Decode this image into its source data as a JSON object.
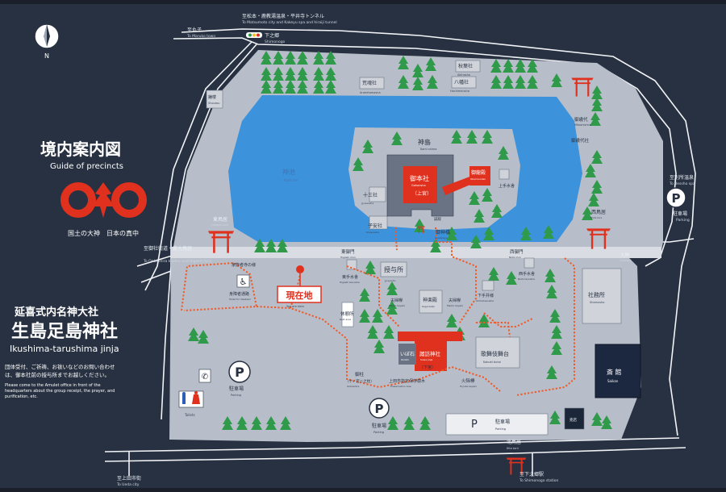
{
  "title": {
    "jp": "境内案内図",
    "en": "Guide of precincts"
  },
  "crest_caption": "国土の大神　日本の真中",
  "shrine": {
    "jp_small": "延喜式内名神大社",
    "jp": "生島足島神社",
    "en": "Ikushima-tarushima jinja"
  },
  "notice": {
    "jp": [
      "団体受付、ご祈祷、お祓いなどのお問い合わせ",
      "は、御本社前の授与所までお越しください。"
    ],
    "en": [
      "Please come to the Amulet office in front of the",
      "headquarters about the group receipt, the prayer, and",
      "purification, etc."
    ]
  },
  "compass_label": "N",
  "roads": {
    "top_center": {
      "jp": "至松本・鹿教湯温泉・平井寺トンネル",
      "en": "To Matsumoto city and Kakeyu spa and hiraiji tunnel"
    },
    "top_left": {
      "jp": "至丸子",
      "en": "To Maruko town"
    },
    "shimonogo_top": {
      "jp": "下之郷",
      "en": "Shimonogo"
    },
    "left_mid": {
      "jp": "至御社街道・東大鳥居",
      "en": "To Onbashira kaidou and Higashi torii"
    },
    "right_mid": {
      "jp": "至別所温泉",
      "en": "To Bessho spa"
    },
    "bottom_left": {
      "jp": "至上田市街",
      "en": "To Ueda city"
    },
    "bottom_center": {
      "jp": "至下之郷駅",
      "en": "To Shimonogo station"
    }
  },
  "places": {
    "shourou": {
      "jp": "鐘楼",
      "en": "Shourou"
    },
    "arasuesha": {
      "jp": "荒魂社",
      "en": "Aramitamasha"
    },
    "akihasha": {
      "jp": "秋葉社",
      "en": "Akihasha"
    },
    "hachimansha": {
      "jp": "八幡社",
      "en": "Hachimansha"
    },
    "mikumaden": {
      "jp": "御歳代",
      "en": "Mitoshishiro"
    },
    "kaimaden": {
      "jp": "御歳代社",
      "en": ""
    },
    "kamiike": {
      "jp": "神池",
      "en": "Kami ike"
    },
    "kamishima": {
      "jp": "神島",
      "en": "Kami shima"
    },
    "gohonsha": {
      "jp": "御本社",
      "en": "Gohonsha",
      "sub": "（上宮）"
    },
    "goryuden": {
      "jp": "御龍殿",
      "en": "Okamoroden"
    },
    "kamitesuisha": {
      "jp": "上手水舎",
      "en": ""
    },
    "juusansha": {
      "jp": "十三社",
      "en": "Jyusansha"
    },
    "koyasusha": {
      "jp": "子安社",
      "en": "Koyasusha"
    },
    "torii_bridge": {
      "jp": "御神橋",
      "en": "Goshinkyo"
    },
    "yosha": {
      "jp": "誠殿",
      "en": ""
    },
    "nishitorii": {
      "jp": "西鳥居",
      "en": "Nishi torii"
    },
    "higashitorii": {
      "jp": "東鳥居",
      "en": "Higashi torii"
    },
    "parking_r": {
      "jp": "駐車場",
      "en": "Parking"
    },
    "oyanagi": {
      "jp": "大欅",
      "en": "Oyanagi"
    },
    "higashimon": {
      "jp": "東御門",
      "en": "Higashi mon"
    },
    "nishimon": {
      "jp": "西御門",
      "en": "Nishi mon"
    },
    "rest_area": {
      "jp": "家族者寺の様",
      "en": ""
    },
    "toilet_acc": {
      "jp": "身障者通路",
      "en": "Toilet for disabled"
    },
    "higashi_tesui": {
      "jp": "東手水舎",
      "en": "Higashi tesuisha"
    },
    "juyosho": {
      "jp": "授与所",
      "en": "Jyuyosho"
    },
    "nishi_tesui": {
      "jp": "西手水舎",
      "en": "Nishi tesuisha"
    },
    "you_are_here": {
      "jp": "現在地",
      "en": "You are here"
    },
    "fuufuki_l": {
      "jp": "夫婦欅",
      "en": "Meoto keyaki"
    },
    "fuufuki_r": {
      "jp": "夫婦欅",
      "en": "Meoto keyaki"
    },
    "kaguraden": {
      "jp": "神楽殿",
      "en": "Kaguraden"
    },
    "shimotesui": {
      "jp": "下手井様",
      "en": "Shimotesuisha"
    },
    "shamusho": {
      "jp": "社務所",
      "en": "Shamusho"
    },
    "kyuukeijo": {
      "jp": "休憩所",
      "en": "Rest area"
    },
    "suwajinja": {
      "jp": "諏訪神社",
      "en": "Suwa jinja",
      "sub": "（下宮）"
    },
    "ishi": {
      "jp": "いぼ石",
      "en": "Iboishi"
    },
    "kabuki": {
      "jp": "歌舞伎舞台",
      "en": "Kabuki butai"
    },
    "saikan": {
      "jp": "斎 館",
      "en": "Saikan"
    },
    "onbashira": {
      "jp": "御柱",
      "en": "Onbashira"
    },
    "sakaki": {
      "jp": "（ケノ宮ニ之柱）",
      "en": ""
    },
    "tree_pres": {
      "jp": "上田市指定保存樹木",
      "en": "Preservation tree"
    },
    "hiyoke": {
      "jp": "火除欅",
      "en": "Hiyoke keyaki"
    },
    "parking_l": {
      "jp": "駐車場",
      "en": "Parking"
    },
    "parking_c": {
      "jp": "駐車場",
      "en": "Parking"
    },
    "parking_b": {
      "jp": "駐車場",
      "en": "Parking"
    },
    "toilets": {
      "jp": "",
      "en": "Toilets"
    },
    "kitatorii": {
      "jp": "北鳥居",
      "en": "Kita torii"
    },
    "shop": {
      "jp": "売店",
      "en": ""
    }
  },
  "letters": {
    "parking": "P",
    "phone": "✆",
    "wheelchair": "♿"
  },
  "colors": {
    "bg": "#283141",
    "ground": "#b7bec9",
    "pond": "#3c93dc",
    "red": "#e0301e",
    "tree": "#2f9a4a",
    "path": "#f05a28"
  }
}
